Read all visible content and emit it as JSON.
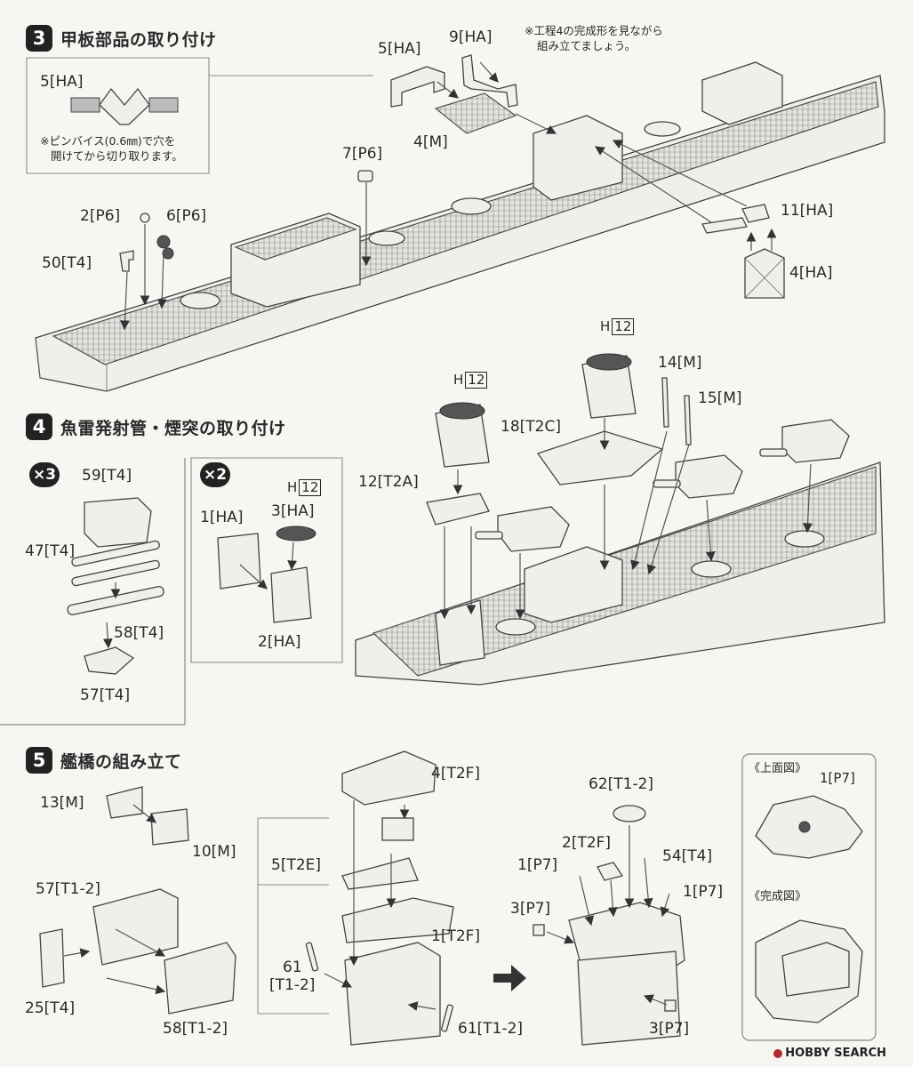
{
  "step3": {
    "number": "3",
    "title": "甲板部品の取り付け",
    "note": [
      "※工程4の完成形を見ながら",
      "組み立てましょう。"
    ],
    "inset_label": "5[HA]",
    "inset_note": [
      "※ピンバイス(0.6㎜)で穴を",
      "開けてから切り取ります。"
    ],
    "labels": {
      "p5ha": "5[HA]",
      "p9ha": "9[HA]",
      "p4m": "4[M]",
      "p7p6": "7[P6]",
      "p2p6": "2[P6]",
      "p6p6": "6[P6]",
      "p50t4": "50[T4]",
      "p11ha": "11[HA]",
      "p4ha": "4[HA]"
    }
  },
  "step4": {
    "number": "4",
    "title": "魚雷発射管・煙突の取り付け",
    "mult_a": "×3",
    "mult_b": "×2",
    "labels": {
      "p59t4": "59[T4]",
      "p47t4": "47[T4]",
      "p58t4": "58[T4]",
      "p57t4": "57[T4]",
      "p1ha": "1[HA]",
      "p3ha": "3[HA]",
      "p2ha": "2[HA]",
      "p12t2a": "12[T2A]",
      "p18t2c": "18[T2C]",
      "p14m": "14[M]",
      "p15m": "15[M]"
    },
    "h12_prefix": "H",
    "h12_num": "12"
  },
  "step5": {
    "number": "5",
    "title": "艦橋の組み立て",
    "labels": {
      "p13m": "13[M]",
      "p10m": "10[M]",
      "p57t12": "57[T1-2]",
      "p25t4": "25[T4]",
      "p58t12": "58[T1-2]",
      "p4t2f": "4[T2F]",
      "p5t2e": "5[T2E]",
      "p1t2f": "1[T2F]",
      "p61a": "61",
      "p61a2": "[T1-2]",
      "p61b": "61[T1-2]",
      "p62t12": "62[T1-2]",
      "p2t2f": "2[T2F]",
      "p1p7a": "1[P7]",
      "p54t4": "54[T4]",
      "p1p7b": "1[P7]",
      "p3p7a": "3[P7]",
      "p3p7b": "3[P7]",
      "p1p7top": "1[P7]"
    },
    "top_view": "《上面図》",
    "complete_view": "《完成図》"
  },
  "watermark": "HOBBY SEARCH",
  "colors": {
    "ink": "#222222",
    "paper": "#f7f6f2",
    "watermark_dot": "#b52a2a"
  }
}
